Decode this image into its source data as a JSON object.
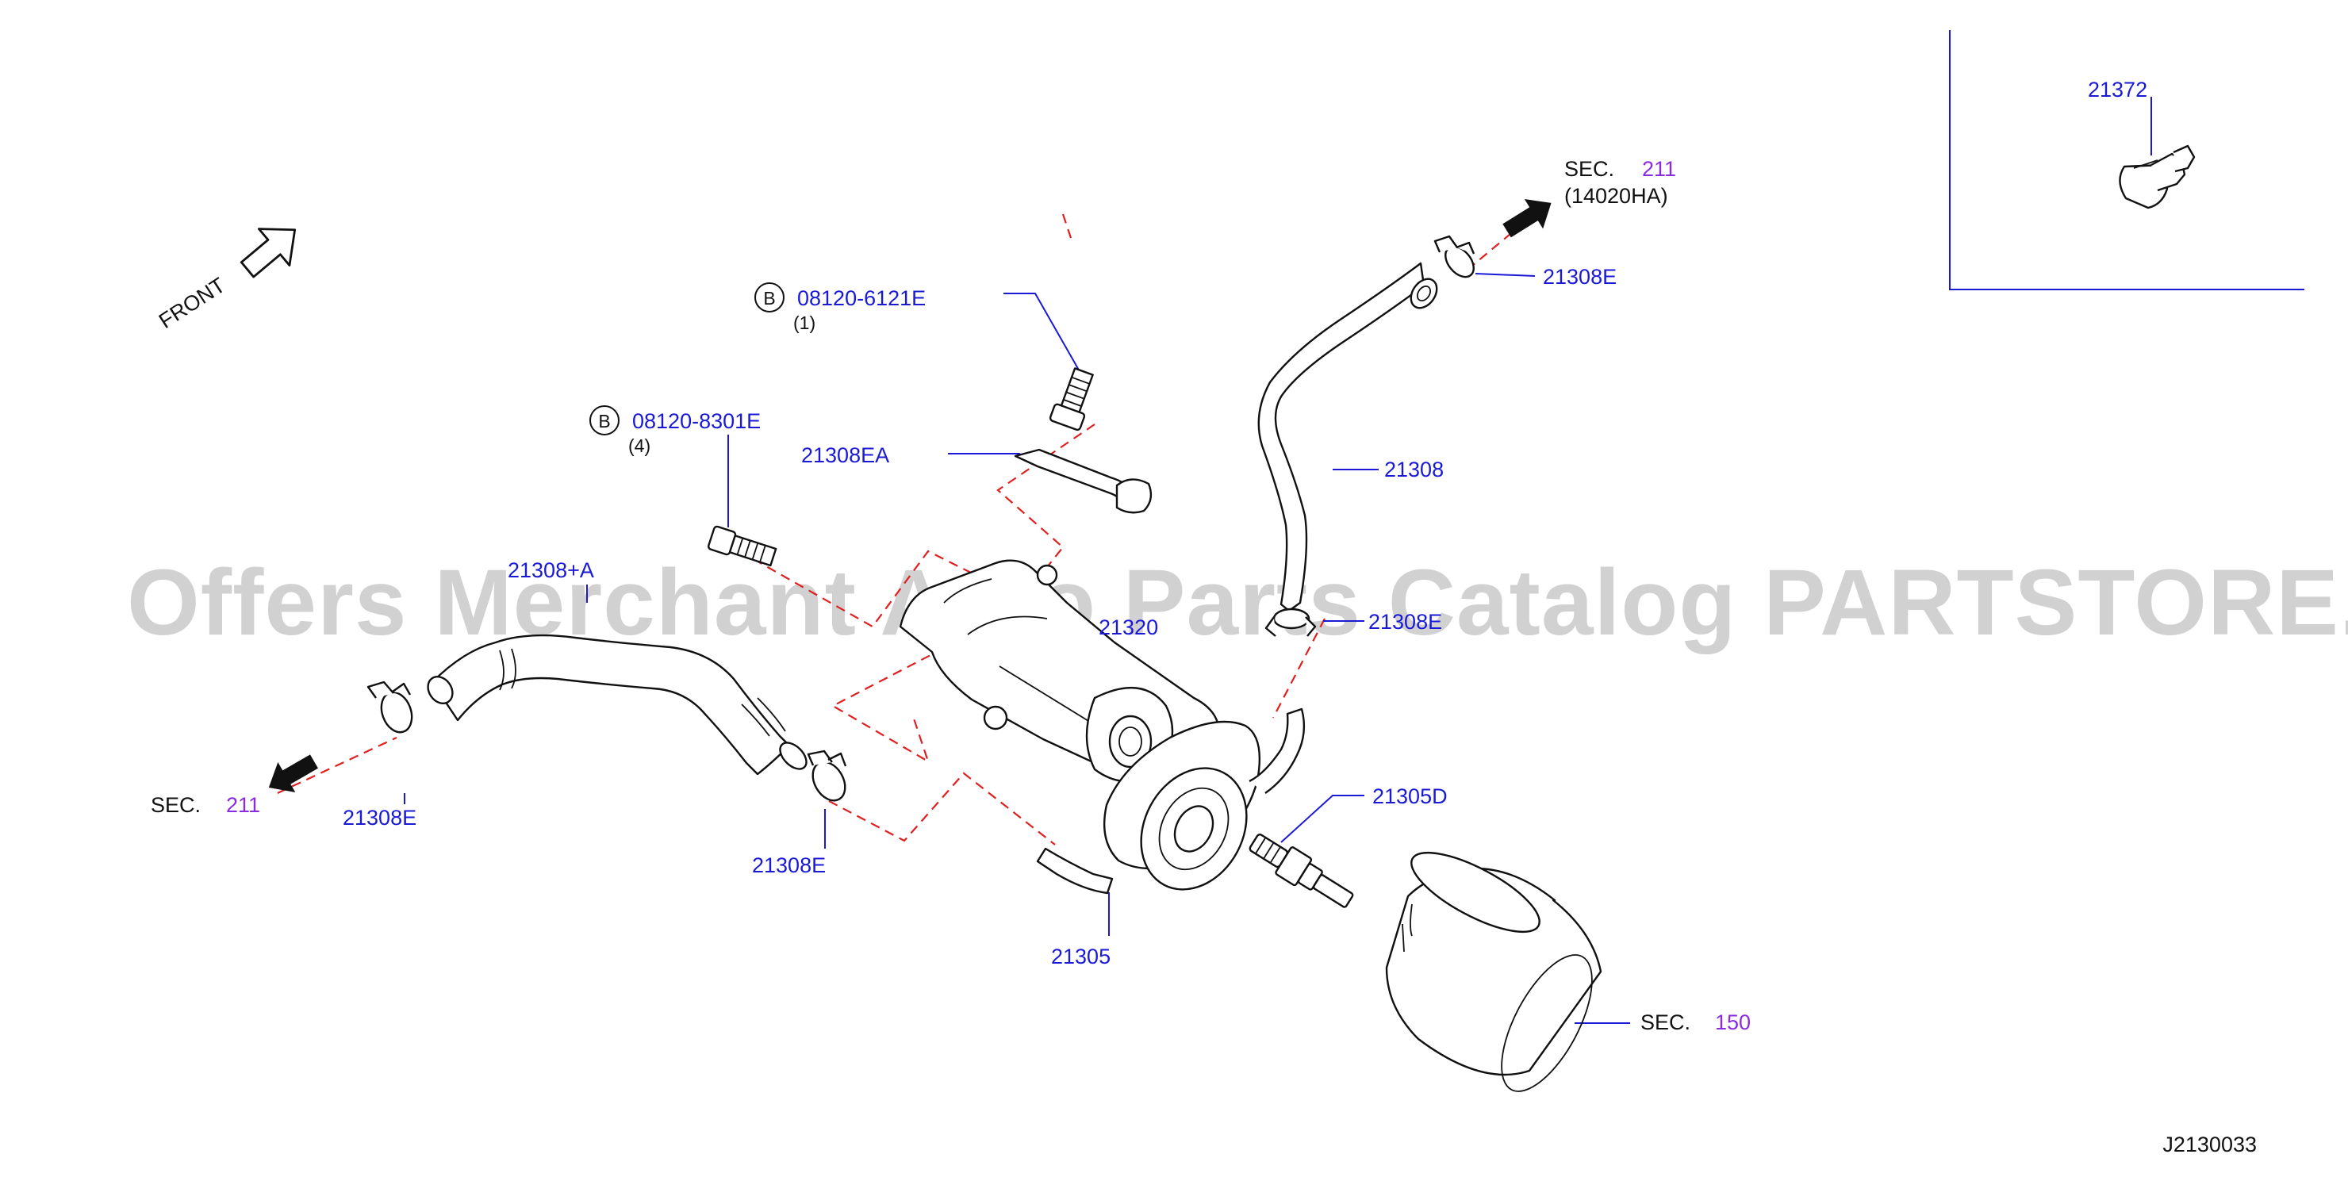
{
  "orientation": {
    "front_label": "FRONT"
  },
  "callouts": {
    "bolt_upper": {
      "badge": "B",
      "part_no": "08120-6121E",
      "qty": "(1)"
    },
    "bolt_lower": {
      "badge": "B",
      "part_no": "08120-8301E",
      "qty": "(4)"
    },
    "bracket": "21308EA",
    "hose_left": "21308+A",
    "clamp_left_outer": "21308E",
    "clamp_left_inner": "21308E",
    "oil_cooler_housing": "21320",
    "clamp_right_upper": "21308E",
    "hose_right": "21308",
    "clamp_right_lower": "21308E",
    "connector": "21305D",
    "oil_cooler": "21305",
    "inset_part": "21372"
  },
  "section_refs": {
    "upper_right": {
      "prefix": "SEC.",
      "number": "211",
      "note": "(14020HA)"
    },
    "left": {
      "prefix": "SEC.",
      "number": "211"
    },
    "filter": {
      "prefix": "SEC.",
      "number": "150"
    }
  },
  "diagram_id": "J2130033",
  "watermark": "Offers Merchant Auto Parts Catalog PARTSTORE.SA",
  "colors": {
    "part_number_text": "#1a1ad6",
    "section_number_text": "#8a2be2",
    "dashed_guide": "#e02020",
    "line_art": "#111111",
    "watermark": "#9a9a9a"
  }
}
